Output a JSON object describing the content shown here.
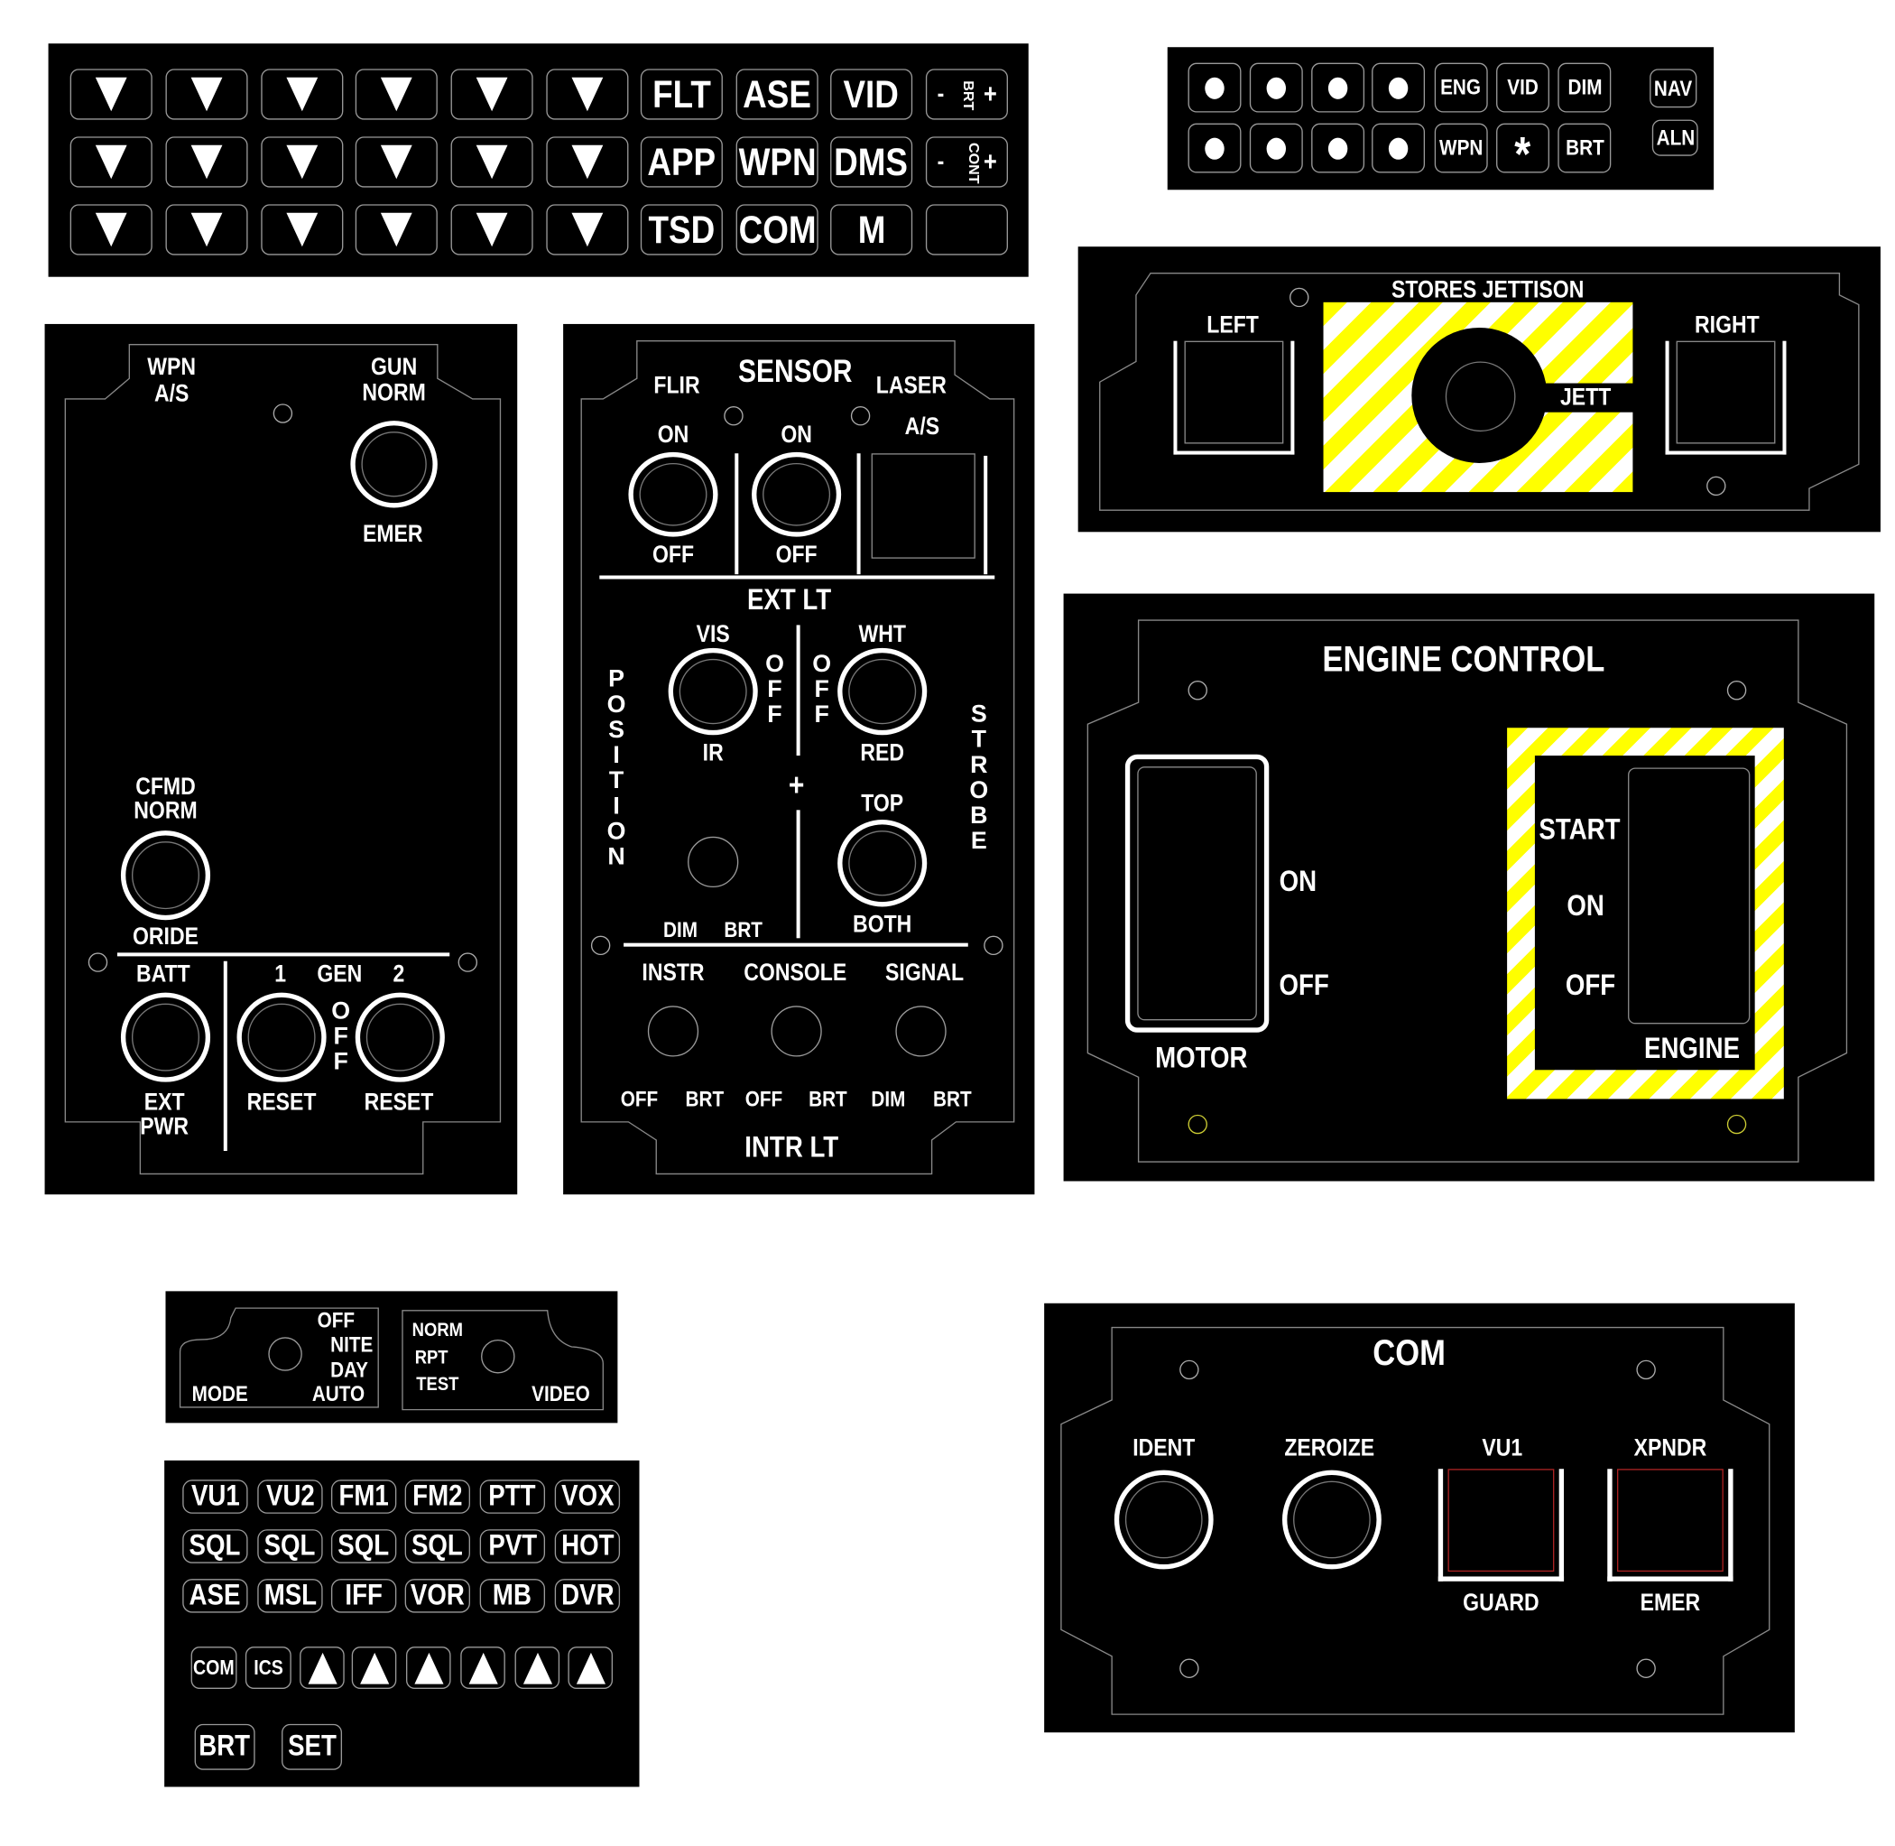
{
  "mfd_keys": {
    "rows": [
      [
        "▼",
        "▼",
        "▼",
        "▼",
        "▼",
        "▼",
        "FLT",
        "ASE",
        "VID",
        "BRT"
      ],
      [
        "▼",
        "▼",
        "▼",
        "▼",
        "▼",
        "▼",
        "APP",
        "WPN",
        "DMS",
        "CONT"
      ],
      [
        "▼",
        "▼",
        "▼",
        "▼",
        "▼",
        "▼",
        "TSD",
        "COM",
        "M",
        ""
      ]
    ],
    "minus": "-",
    "plus": "+"
  },
  "aux_keys": {
    "rows": [
      [
        "•",
        "•",
        "•",
        "•",
        "ENG",
        "VID",
        "DIM"
      ],
      [
        "•",
        "•",
        "•",
        "•",
        "WPN",
        "*",
        "BRT"
      ]
    ],
    "nav": "NAV",
    "aln": "ALN"
  },
  "weapons": {
    "wpn_as": [
      "WPN",
      "A/S"
    ],
    "gun_norm": [
      "GUN",
      "NORM"
    ],
    "emer": "EMER",
    "cfmd_norm": [
      "CFMD",
      "NORM"
    ],
    "oride": "ORIDE",
    "batt": "BATT",
    "gen": "GEN",
    "gen1": "1",
    "gen2": "2",
    "off": "OFF",
    "ext_pwr": [
      "EXT",
      "PWR"
    ],
    "reset": "RESET"
  },
  "sensor": {
    "title": "SENSOR",
    "flir": "FLIR",
    "laser": "LASER",
    "as": "A/S",
    "on": "ON",
    "off": "OFF",
    "ext_lt": "EXT LT",
    "vis": "VIS",
    "ir": "IR",
    "wht": "WHT",
    "red": "RED",
    "position": "POSITION",
    "strobe": "STROBE",
    "top": "TOP",
    "both": "BOTH",
    "plus": "+",
    "dim": "DIM",
    "brt": "BRT",
    "instr": "INSTR",
    "console": "CONSOLE",
    "signal": "SIGNAL",
    "intr_lt": "INTR LT",
    "knob_labels": [
      "OFF",
      "BRT",
      "OFF",
      "BRT",
      "DIM",
      "BRT"
    ]
  },
  "jettison": {
    "title": "STORES JETTISON",
    "left": "LEFT",
    "right": "RIGHT",
    "jett": "JETT",
    "hazard_colors": [
      "#ffff00",
      "#ffffff"
    ]
  },
  "engine": {
    "title": "ENGINE CONTROL",
    "on": "ON",
    "off": "OFF",
    "motor": "MOTOR",
    "start": "START",
    "eng_on": "ON",
    "eng_off": "OFF",
    "engine": "ENGINE"
  },
  "mode_video": {
    "mode": "MODE",
    "mode_opts": [
      "OFF",
      "NITE",
      "DAY",
      "AUTO"
    ],
    "video": "VIDEO",
    "video_opts": [
      "NORM",
      "RPT",
      "TEST"
    ]
  },
  "comm_keys": {
    "rows": [
      [
        "VU1",
        "VU2",
        "FM1",
        "FM2",
        "PTT",
        "VOX"
      ],
      [
        "SQL",
        "SQL",
        "SQL",
        "SQL",
        "PVT",
        "HOT"
      ],
      [
        "ASE",
        "MSL",
        "IFF",
        "VOR",
        "MB",
        "DVR"
      ]
    ],
    "row4": [
      "COM",
      "ICS",
      "▲",
      "▲",
      "▲",
      "▲",
      "▲",
      "▲"
    ],
    "brt": "BRT",
    "set": "SET"
  },
  "com": {
    "title": "COM",
    "ident": "IDENT",
    "zeroize": "ZEROIZE",
    "vu1": "VU1",
    "guard": "GUARD",
    "xpndr": "XPNDR",
    "emer": "EMER"
  }
}
